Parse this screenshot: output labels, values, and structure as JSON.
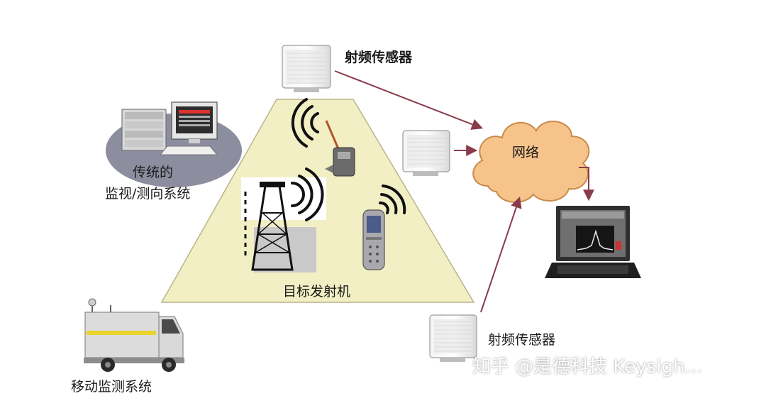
{
  "labels": {
    "rf_sensor_top": "射频传感器",
    "network": "网络",
    "traditional_line1": "传统的",
    "traditional_line2": "监视/测向系统",
    "target_transmitter": "目标发射机",
    "rf_sensor_bottom": "射频传感器",
    "mobile_monitoring": "移动监测系统"
  },
  "watermark": "知乎 @是德科技 Keysigh...",
  "colors": {
    "trapezoid_fill": "#f2efc4",
    "cloud_fill": "#f6c48a",
    "cloud_stroke": "#c98a4a",
    "arrow": "#8a3a4a",
    "ellipse_fill": "#8d8da0"
  }
}
